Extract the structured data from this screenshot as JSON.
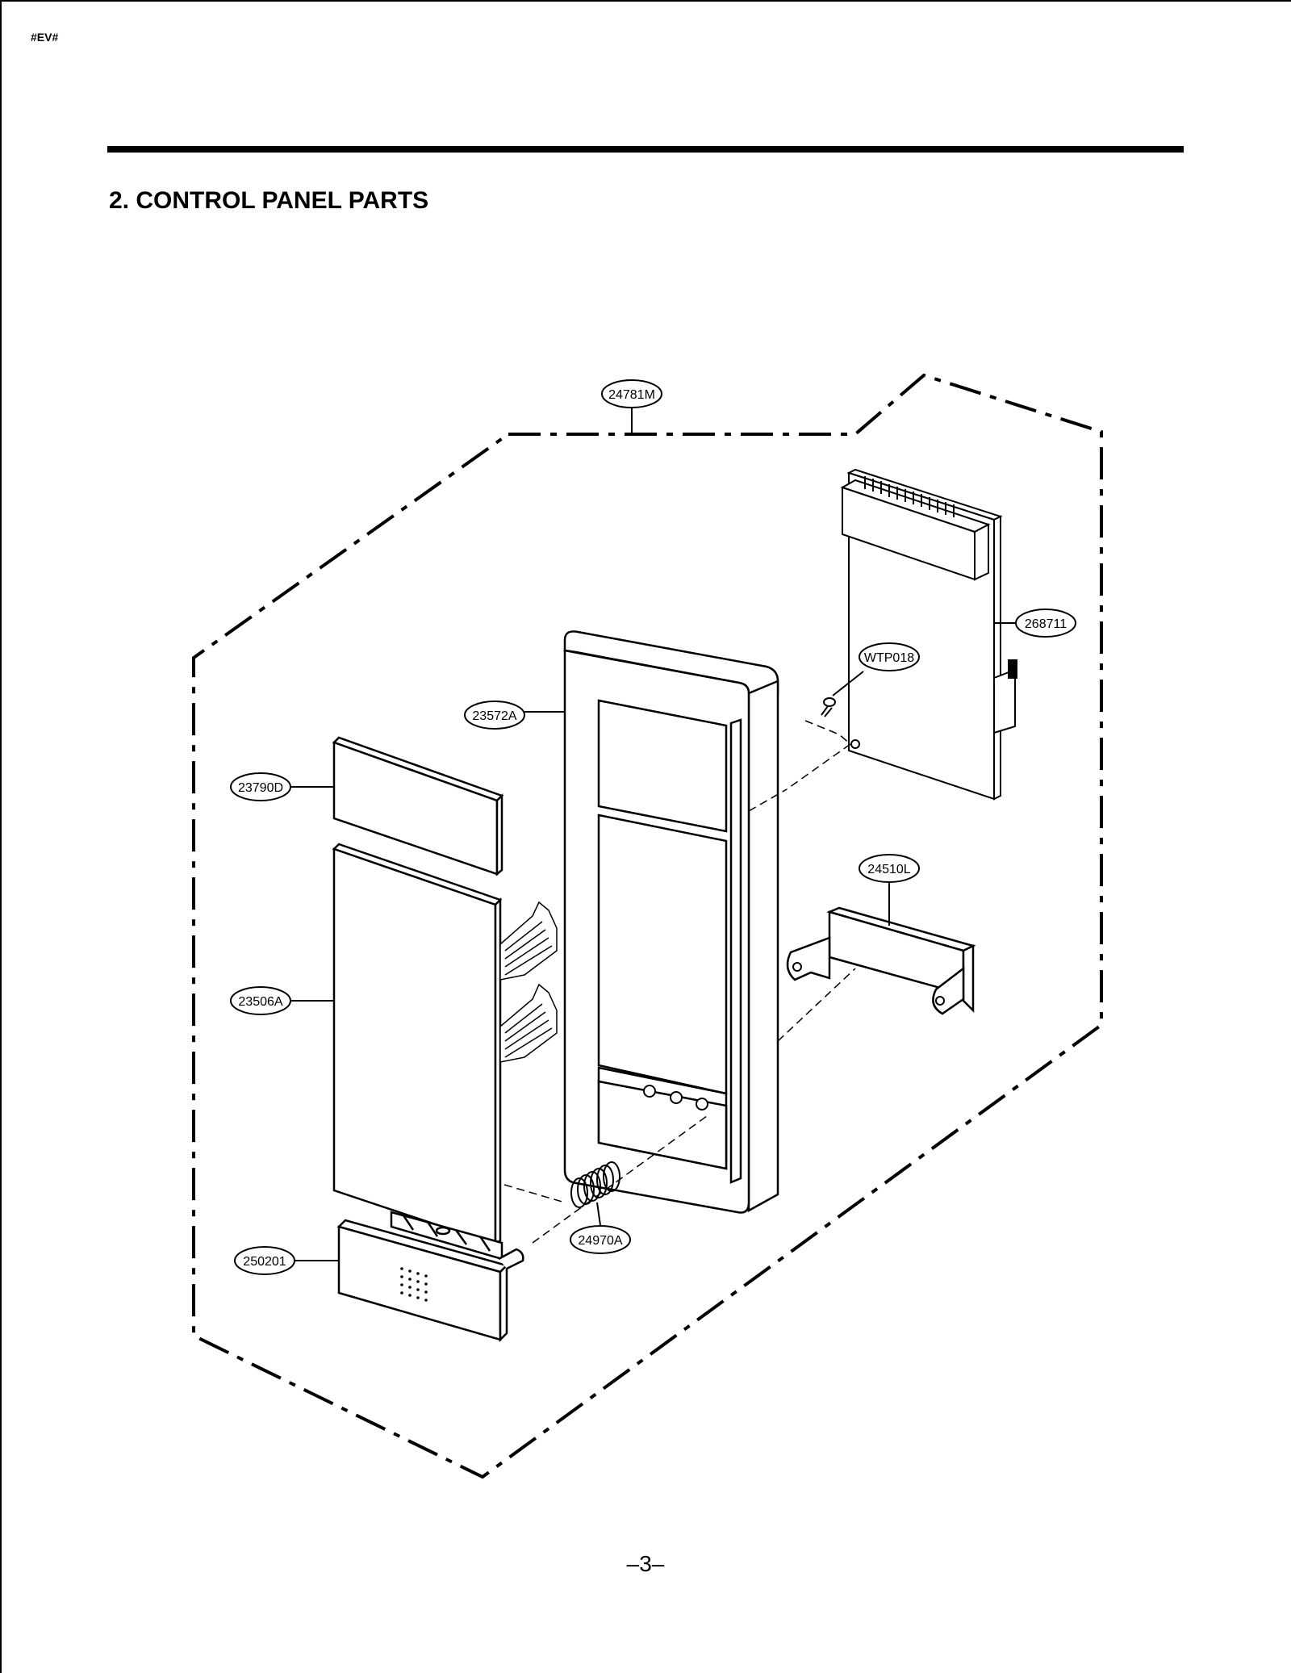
{
  "header": {
    "tag": "#EV#"
  },
  "section": {
    "title": "2. CONTROL PANEL PARTS"
  },
  "callouts": {
    "assembly": "24781M",
    "pcb": "268711",
    "screw": "WTP018",
    "panel_frame": "23572A",
    "display_window": "23790D",
    "membrane_sheet": "23506A",
    "bracket": "24510L",
    "spring": "24970A",
    "door_button": "250201"
  },
  "footer": {
    "page": "–3–"
  }
}
